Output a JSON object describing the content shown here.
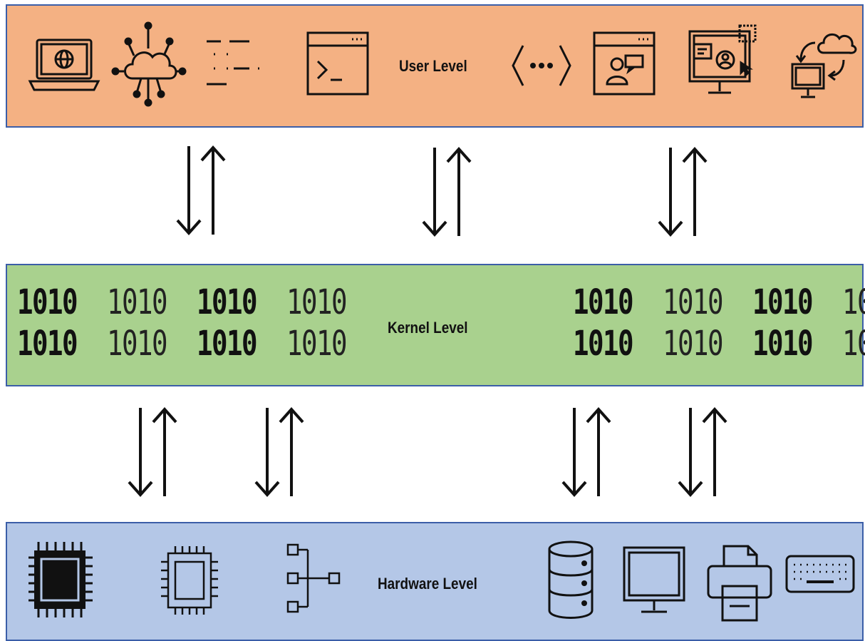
{
  "levels": {
    "user": {
      "label": "User Level",
      "color": "#f4b183"
    },
    "kernel": {
      "label": "Kernel Level",
      "color": "#a9d18e"
    },
    "hardware": {
      "label": "Hardware Level",
      "color": "#b4c7e7"
    }
  },
  "kernel_binary": {
    "tokens": [
      "1010",
      "1010",
      "1010",
      "1010"
    ]
  },
  "icons": {
    "user": [
      "laptop-globe-icon",
      "cloud-network-icon",
      "text-lines-icon",
      "terminal-window-icon",
      "code-brackets-icon",
      "user-chat-window-icon",
      "monitor-user-icon",
      "cloud-sync-monitor-icon"
    ],
    "hardware": [
      "cpu-chip-filled-icon",
      "cpu-chip-outline-icon",
      "tree-hierarchy-icon",
      "database-icon",
      "monitor-icon",
      "printer-icon",
      "keyboard-icon"
    ]
  },
  "border_color": "#3b5ea8"
}
